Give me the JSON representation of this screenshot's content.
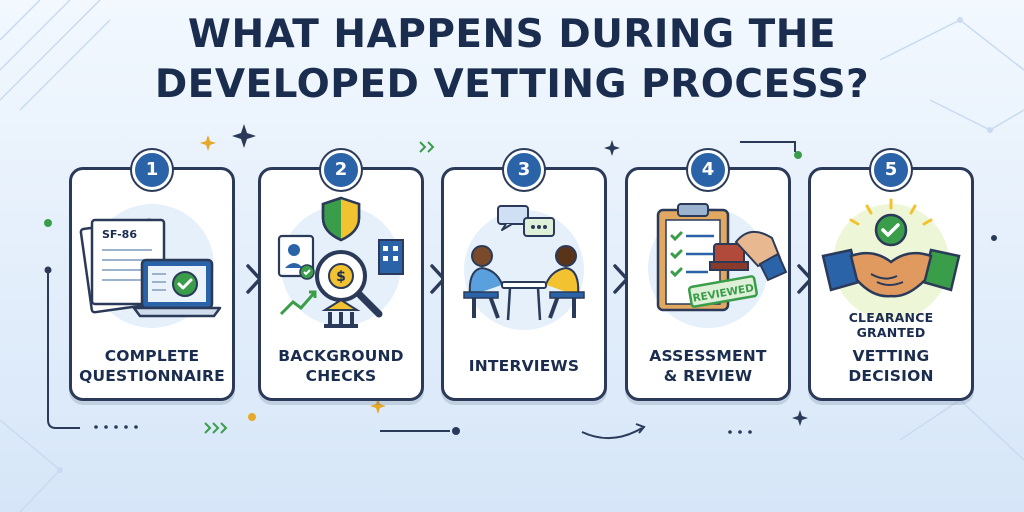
{
  "title": {
    "line1": "WHAT HAPPENS DURING THE",
    "line2": "DEVELOPED VETTING PROCESS?"
  },
  "steps": [
    {
      "number": "1",
      "label_line1": "COMPLETE",
      "label_line2": "QUESTIONNAIRE",
      "form_label": "SF-86"
    },
    {
      "number": "2",
      "label_line1": "BACKGROUND",
      "label_line2": "CHECKS",
      "currency_symbol": "$"
    },
    {
      "number": "3",
      "label_line1": "INTERVIEWS",
      "label_line2": ""
    },
    {
      "number": "4",
      "label_line1": "ASSESSMENT",
      "label_line2": "& REVIEW",
      "stamp_text": "REVIEWED"
    },
    {
      "number": "5",
      "label_line1": "VETTING",
      "label_line2": "DECISION",
      "banner_line1": "CLEARANCE",
      "banner_line2": "GRANTED"
    }
  ],
  "colors": {
    "navy": "#1b2d4e",
    "accent_blue": "#2b63a8",
    "check_green": "#3a9d4a",
    "highlight_yellow": "#f2c230",
    "background": "#e3eefb"
  },
  "icons": {
    "step1": [
      "document-stack-icon",
      "laptop-check-icon"
    ],
    "step2": [
      "shield-icon",
      "magnifier-dollar-icon",
      "id-card-icon",
      "building-icon",
      "bank-icon",
      "growth-chart-icon"
    ],
    "step3": [
      "speech-bubble-icon",
      "people-at-table-icon"
    ],
    "step4": [
      "clipboard-checklist-icon",
      "stamp-hand-icon"
    ],
    "step5": [
      "check-circle-icon",
      "handshake-icon"
    ]
  }
}
